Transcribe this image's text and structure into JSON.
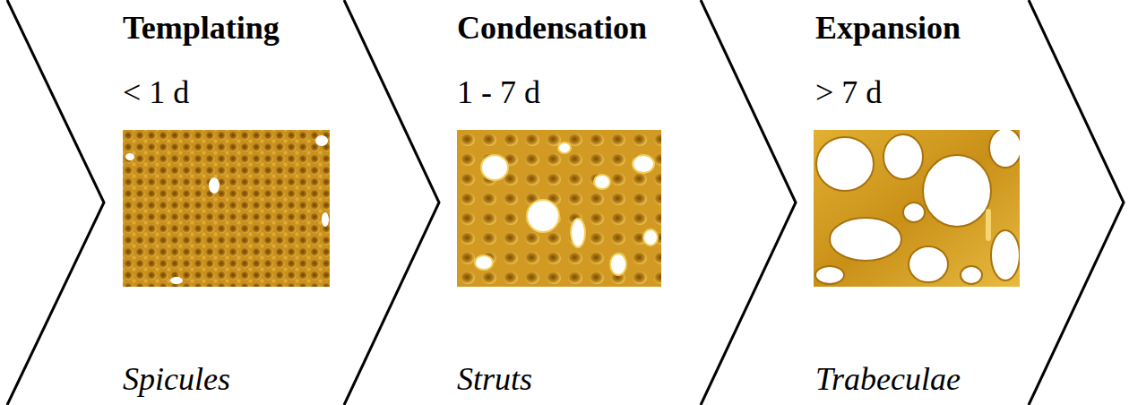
{
  "diagram": {
    "nodes": [
      {
        "text": [
          "Templating",
          "< 1 d",
          "Spicules"
        ]
      },
      {
        "text": [
          "Condensation",
          "1 - 7  d",
          "Struts"
        ]
      },
      {
        "text": [
          "Expansion",
          "> 7 d",
          "Trabeculae"
        ]
      }
    ]
  }
}
